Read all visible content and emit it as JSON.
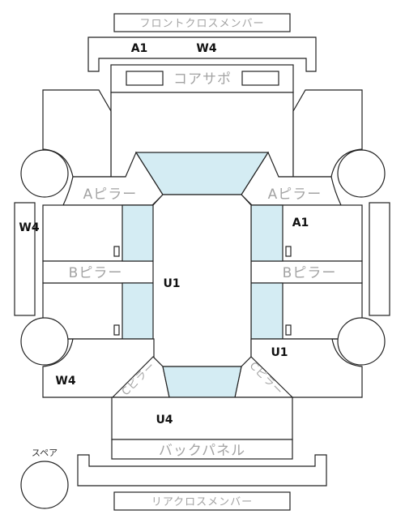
{
  "labels": {
    "front_cross_member": "フロントクロスメンバー",
    "core_support": "コアサポ",
    "a_pillar_left": "Aピラー",
    "a_pillar_right": "Aピラー",
    "b_pillar_left": "Bピラー",
    "b_pillar_right": "Bピラー",
    "back_panel": "バックパネル",
    "rear_cross_member": "リアクロスメンバー",
    "spare": "スペア",
    "c_pillar_left": "Cピラー",
    "c_pillar_right": "Cピラー"
  },
  "damage_codes": {
    "front_a1": "A1",
    "front_w4": "W4",
    "left_side_w4": "W4",
    "right_a1": "A1",
    "center_u1": "U1",
    "right_lower_u1": "U1",
    "left_lower_w4": "W4",
    "rear_u4": "U4"
  },
  "colors": {
    "glass": "#d4ecf3",
    "outline": "#222222",
    "label_grey": "#a3a3a3"
  }
}
